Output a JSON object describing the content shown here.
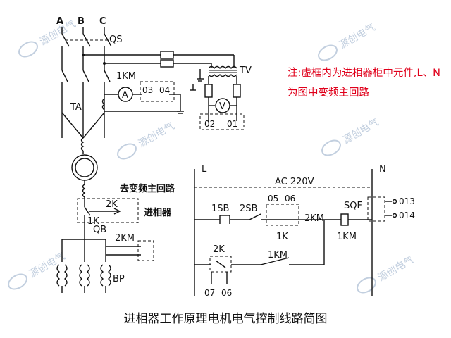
{
  "phases": {
    "a": "A",
    "b": "B",
    "c": "C"
  },
  "labels": {
    "qs": "QS",
    "tv": "TV",
    "km1_top": "1KM",
    "terminals_03_04": [
      "03",
      "04"
    ],
    "ta": "TA",
    "terminals_02_01": [
      "02",
      "01"
    ],
    "to_vfd": "去变频主回路",
    "k2": "2K",
    "phase_advancer": "进相器",
    "k1": "1K",
    "qb": "QB",
    "km2": "2KM",
    "bp": "BP"
  },
  "control": {
    "l": "L",
    "n": "N",
    "supply": "AC 220V",
    "sb1": "1SB",
    "sb2": "2SB",
    "t05": "05",
    "t06a": "06",
    "km2_contact": "2KM",
    "sqf": "SQF",
    "t013": "013",
    "t014": "014",
    "k1_coil": "1K",
    "km1_coil": "1KM",
    "k2_contact": "2K",
    "km1_contact": "1KM",
    "t07": "07",
    "t06b": "06"
  },
  "meters": {
    "ammeter": "A",
    "voltmeter": "V"
  },
  "note": "注:虚框内为进相器柜中元件,L、N为图中变频主回路",
  "title": "进相器工作原理电机电气控制线路简图",
  "watermark": {
    "brand": "源创电气",
    "icon": "brand-logo-icon"
  },
  "colors": {
    "note": "#e0001b",
    "line": "#111111",
    "watermark": "#b8c7da"
  }
}
